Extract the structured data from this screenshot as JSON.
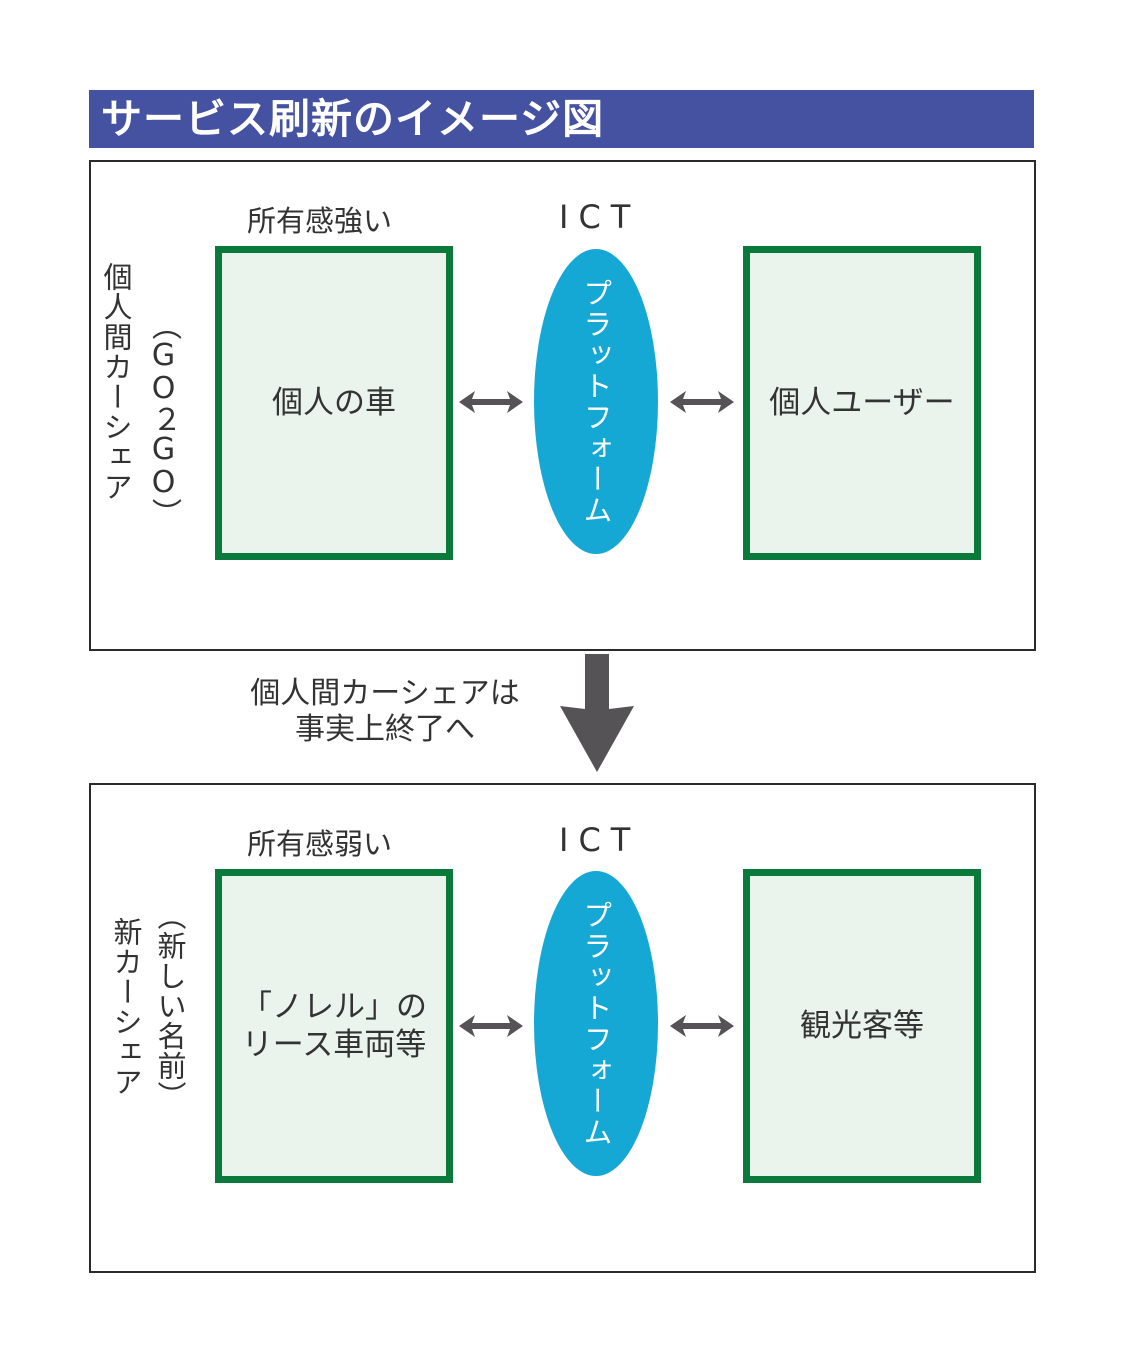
{
  "title": "サービス刷新のイメージ図",
  "colors": {
    "title_bar": "#4551a1",
    "box_border": "#0a7a3c",
    "box_fill": "#eaf4ec",
    "platform": "#16a8d4",
    "arrow": "#555355"
  },
  "before": {
    "side_label": "個人間カーシェア",
    "side_sublabel": "（GO２GO）",
    "left_caption": "所有感強い",
    "left_box": "個人の車",
    "center_caption": "ICT",
    "platform": "プラットフォーム",
    "right_box": "個人ユーザー",
    "arrow_icon": "double-headed-arrow"
  },
  "transition": {
    "line1": "個人間カーシェアは",
    "line2": "事実上終了へ",
    "arrow_icon": "down-arrow"
  },
  "after": {
    "side_label": "新カーシェア",
    "side_sublabel": "（新しい名前）",
    "left_caption": "所有感弱い",
    "left_box_line1": "「ノレル」の",
    "left_box_line2": "リース車両等",
    "center_caption": "ICT",
    "platform": "プラットフォーム",
    "right_box": "観光客等",
    "arrow_icon": "double-headed-arrow"
  }
}
